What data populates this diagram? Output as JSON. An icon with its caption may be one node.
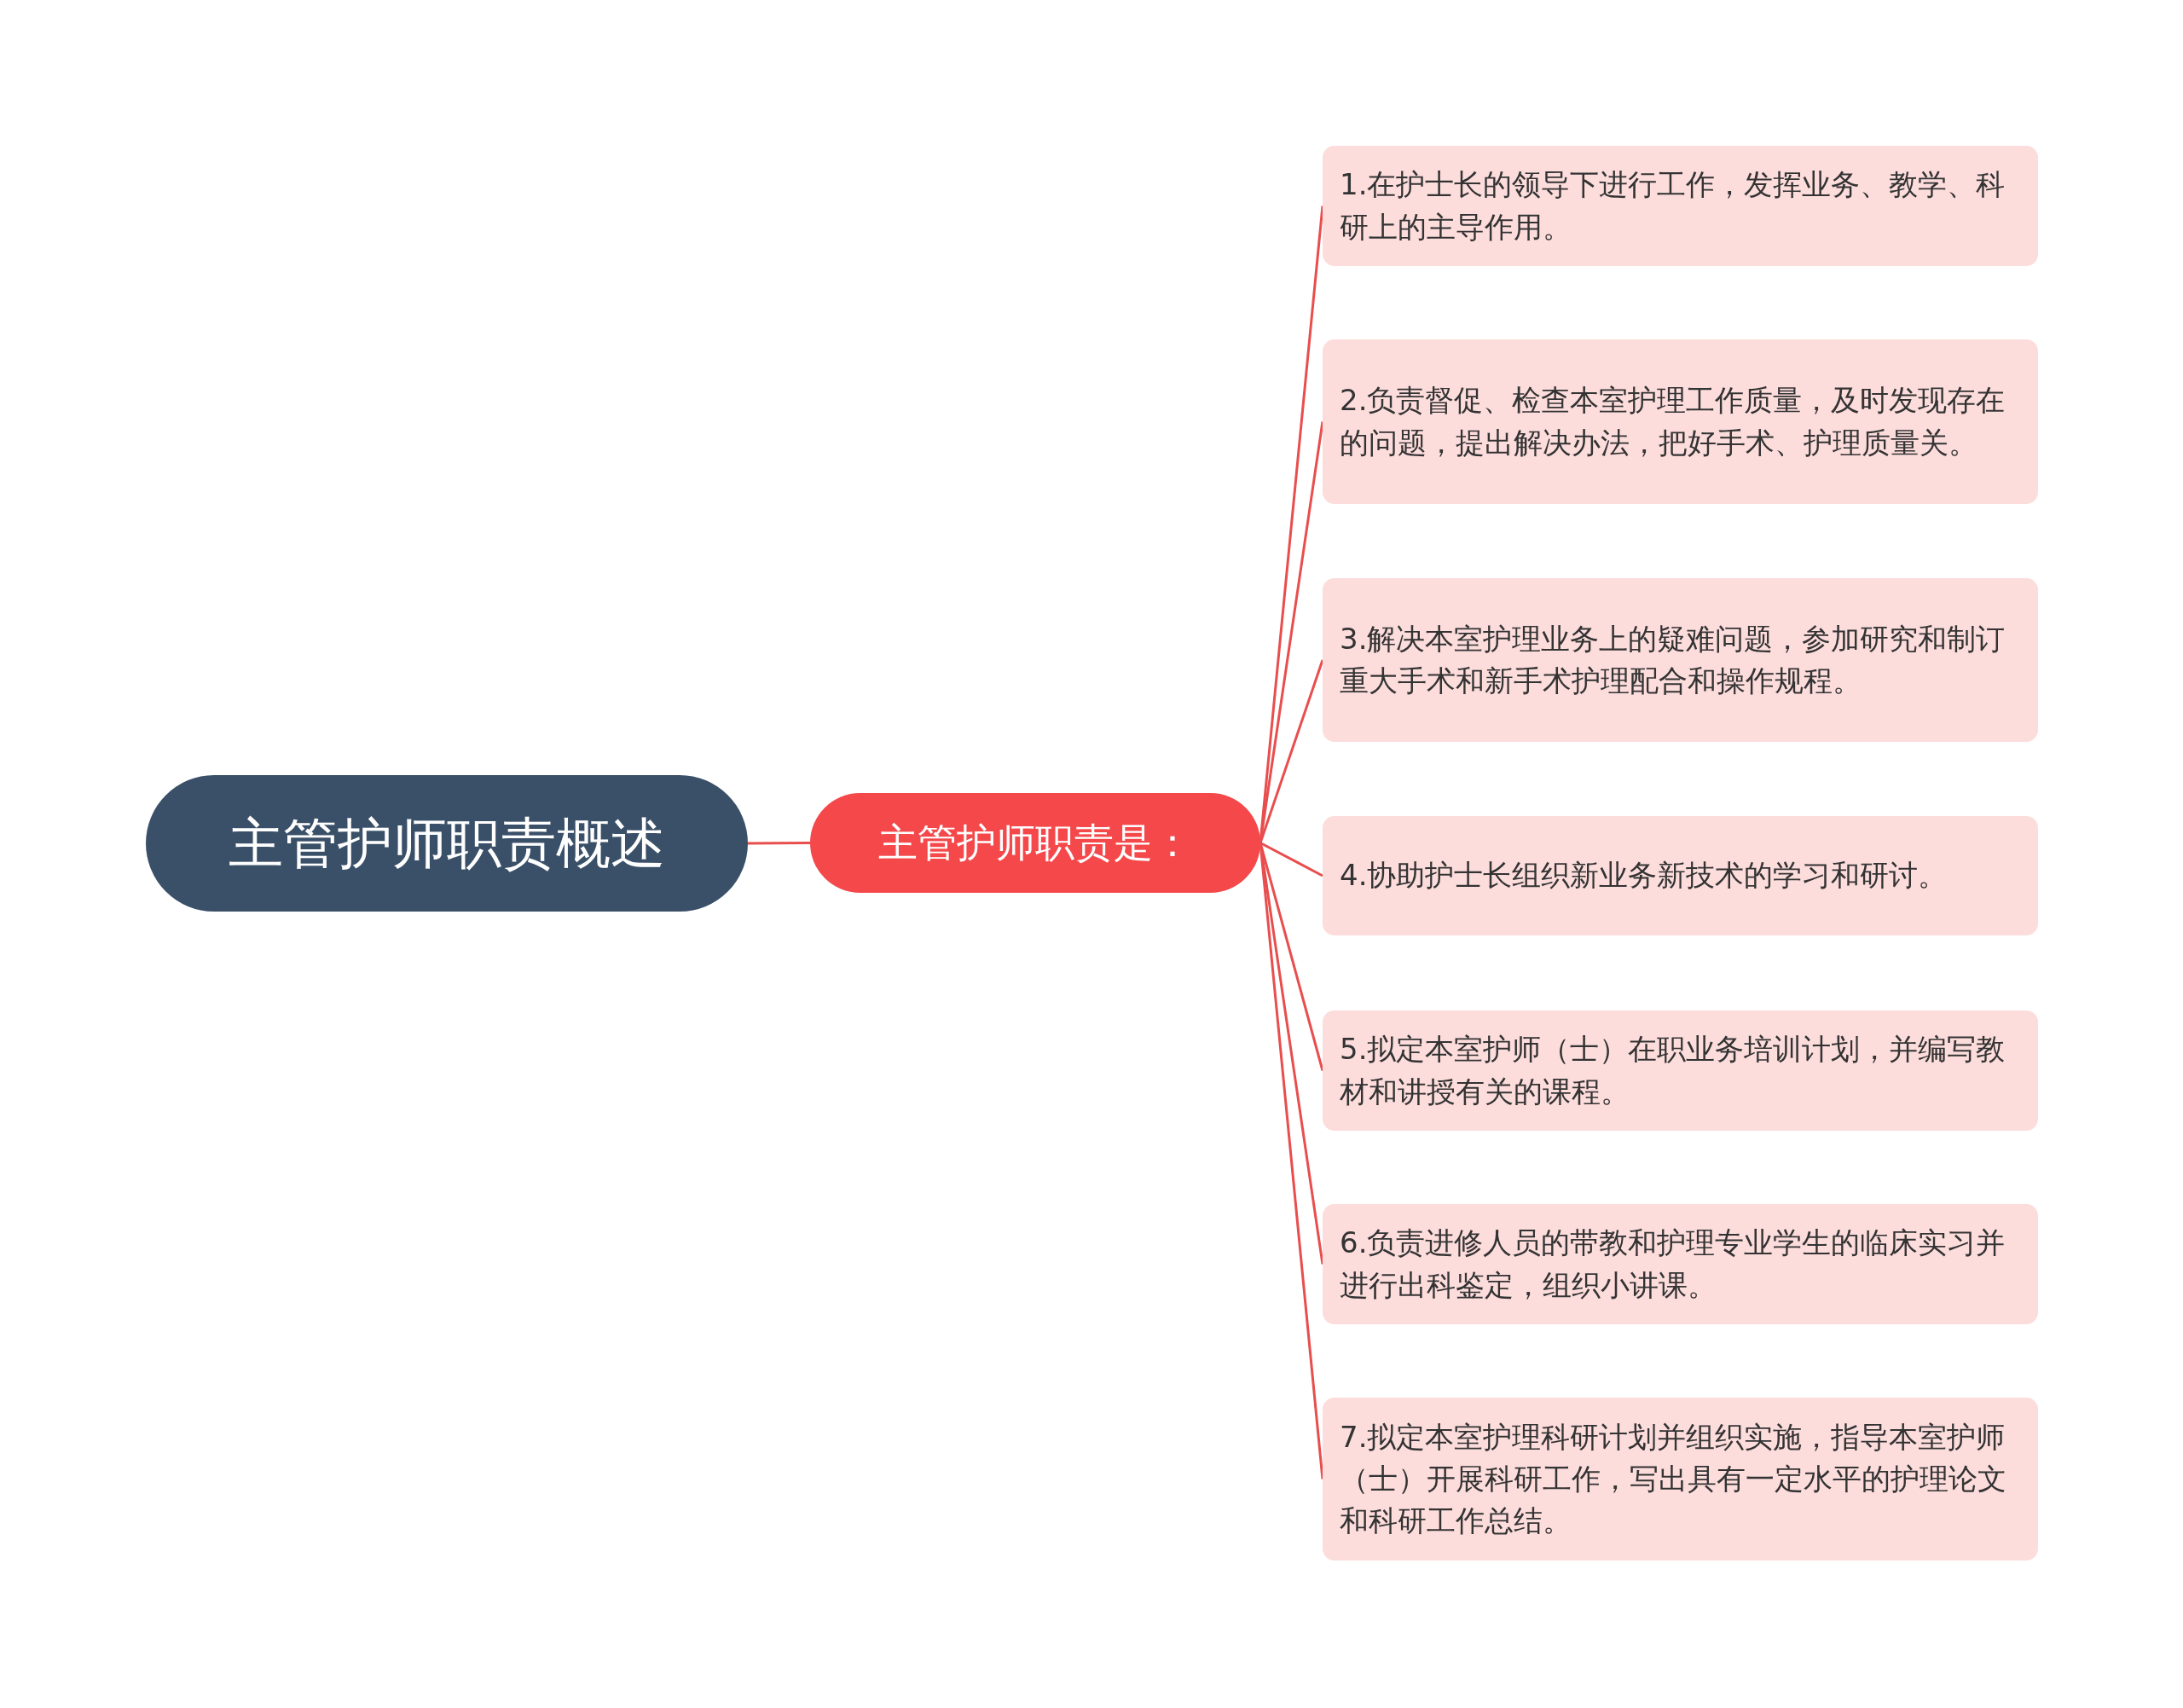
{
  "diagram": {
    "nodes": [
      {
        "text": [
          "主管护师职责概述"
        ]
      },
      {
        "text": [
          "主管护师职责是："
        ]
      },
      {
        "text": [
          "1.在护士长的领导下进行工作，发挥业务、教学、科研上的主导作用。"
        ]
      },
      {
        "text": [
          "2.负责督促、检查本室护理工作质量，及时发现存在的问题，提出解决办法，把好手术、护理质量关。"
        ]
      },
      {
        "text": [
          "3.解决本室护理业务上的疑难问题，参加研究和制订重大手术和新手术护理配合和操作规程。"
        ]
      },
      {
        "text": [
          "4.协助护士长组织新业务新技术的学习和研讨。"
        ]
      },
      {
        "text": [
          "5.拟定本室护师（士）在职业务培训计划，并编写教材和讲授有关的课程。"
        ]
      },
      {
        "text": [
          "6.负责进修人员的带教和护理专业学生的临床实习并进行出科鉴定，组织小讲课。"
        ]
      },
      {
        "text": [
          "7.拟定本室护理科研计划并组织实施，指导本室护师（士）开展科研工作，写出具有一定水平的护理论文和科研工作总结。"
        ]
      }
    ],
    "edges": [
      {
        "from": 0,
        "to": 1,
        "arrow": "none"
      },
      {
        "from": 1,
        "to": 2,
        "arrow": "none"
      },
      {
        "from": 1,
        "to": 3,
        "arrow": "none"
      },
      {
        "from": 1,
        "to": 4,
        "arrow": "none"
      },
      {
        "from": 1,
        "to": 5,
        "arrow": "none"
      },
      {
        "from": 1,
        "to": 6,
        "arrow": "none"
      },
      {
        "from": 1,
        "to": 7,
        "arrow": "none"
      },
      {
        "from": 1,
        "to": 8,
        "arrow": "none"
      }
    ]
  }
}
